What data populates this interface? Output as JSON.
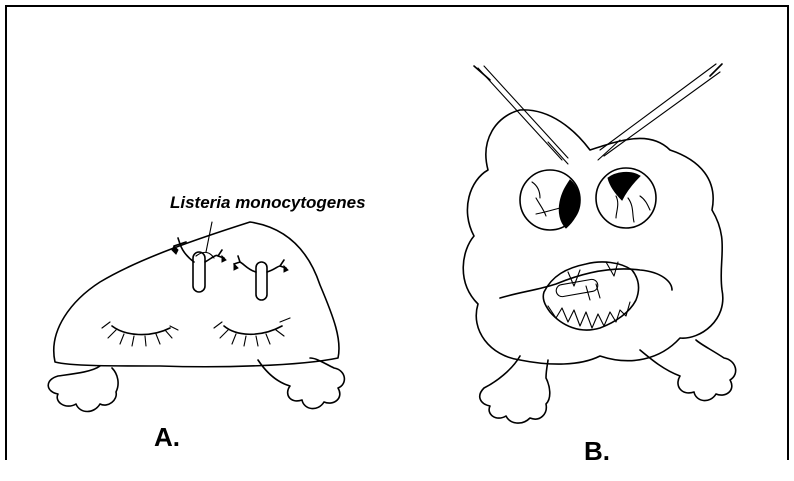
{
  "figure": {
    "bacterium_label": "Listeria monocytogenes",
    "panel_a_label": "A.",
    "panel_b_label": "B.",
    "colors": {
      "ink": "#000000",
      "background": "#ffffff"
    }
  }
}
